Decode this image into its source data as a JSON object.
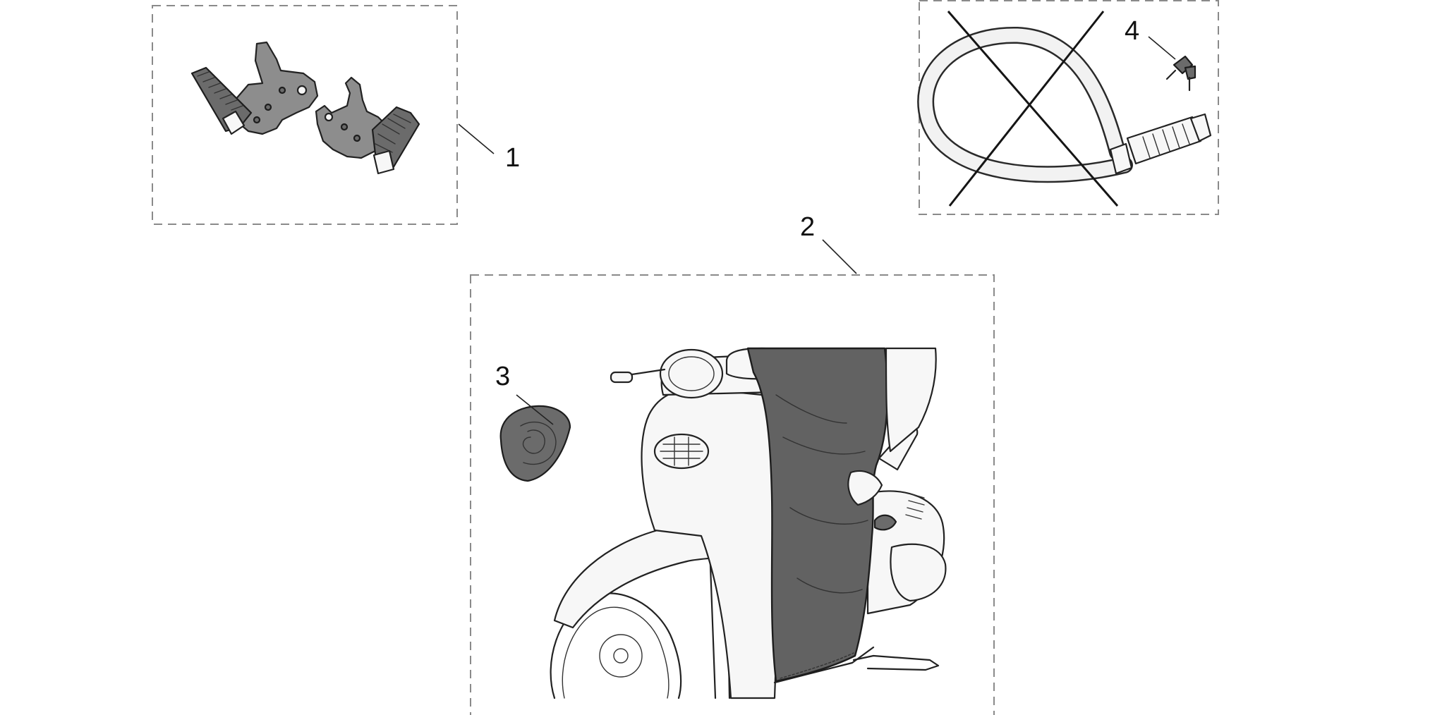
{
  "diagram": {
    "callouts": [
      {
        "id": "footrests",
        "label": "1"
      },
      {
        "id": "leg-cover",
        "label": "2"
      },
      {
        "id": "tape",
        "label": "3"
      },
      {
        "id": "key",
        "label": "4"
      }
    ]
  },
  "colors": {
    "background": "#ffffff",
    "line": "#222222",
    "part_fill": "#8d8d8d",
    "cover_fill": "#626262",
    "dashed_border": "#8a8a8a"
  }
}
